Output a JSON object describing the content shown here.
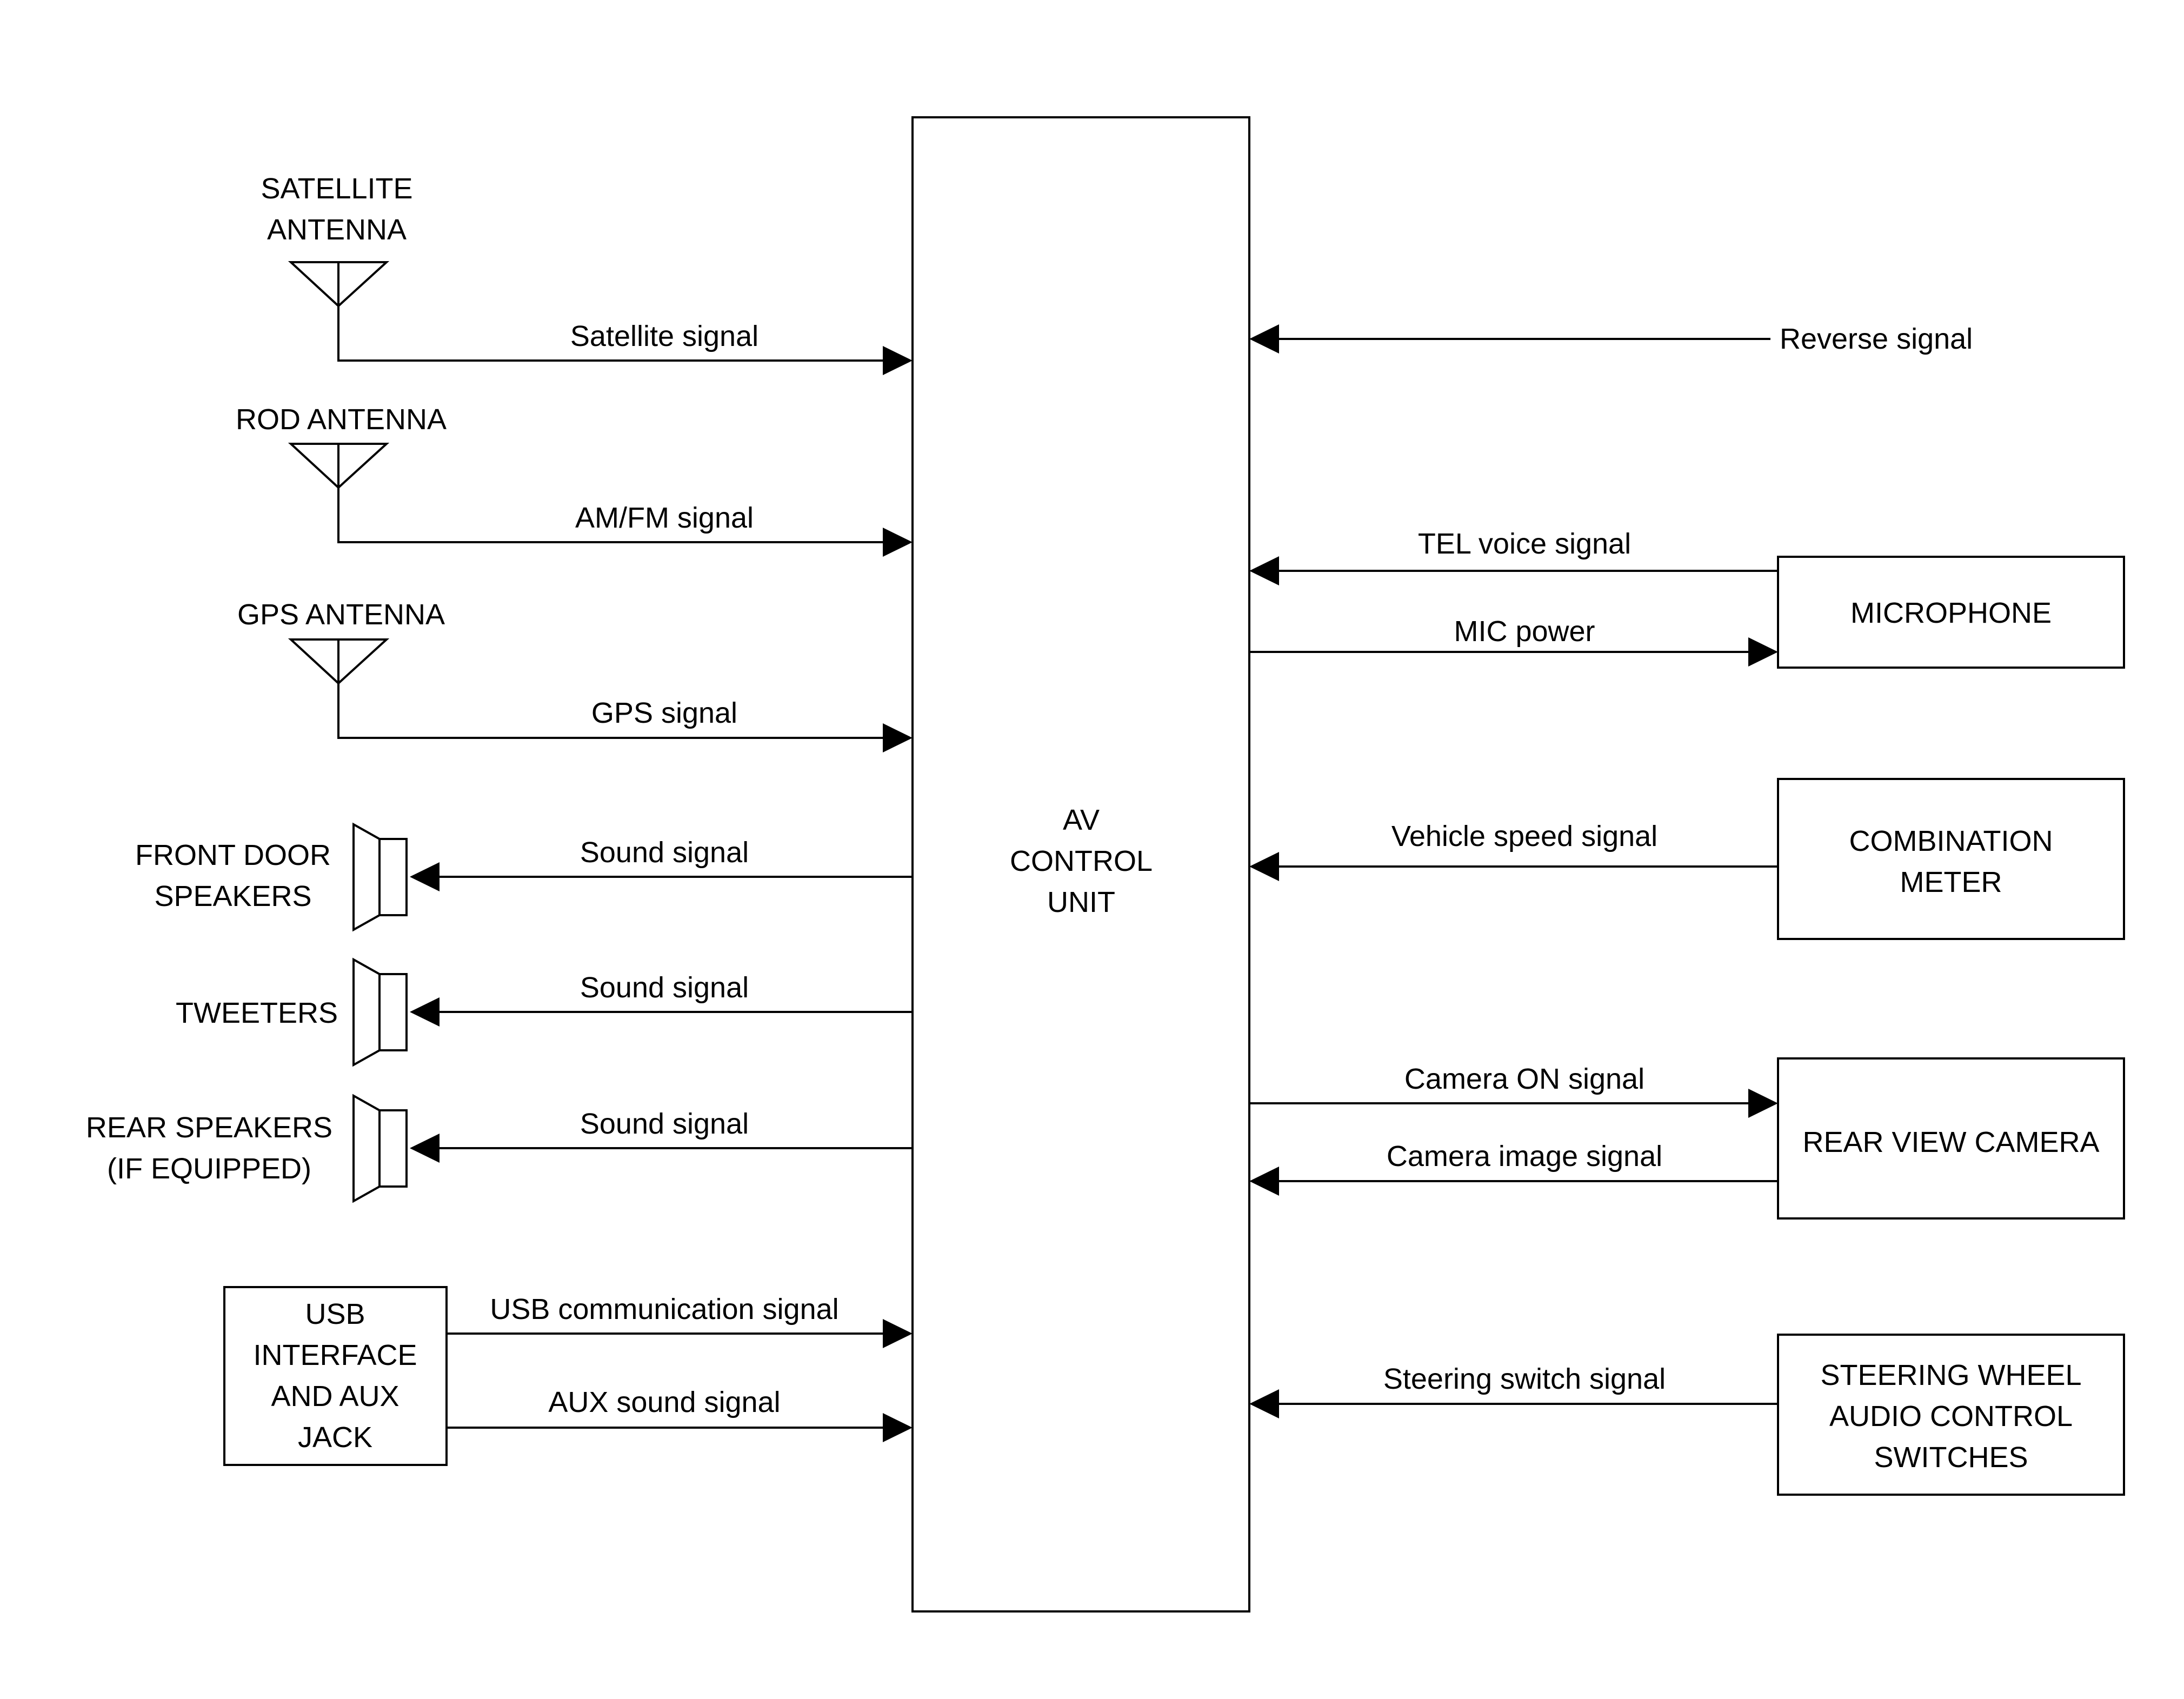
{
  "colors": {
    "line": "#000000",
    "background": "#ffffff"
  },
  "icons": {
    "antenna": "antenna-icon",
    "speaker": "speaker-icon"
  },
  "center_unit": {
    "label_lines": [
      "AV",
      "CONTROL",
      "UNIT"
    ]
  },
  "left_inputs": [
    {
      "id": "satellite",
      "name_lines": [
        "SATELLITE",
        "ANTENNA"
      ],
      "signal": "Satellite signal"
    },
    {
      "id": "rod",
      "name_lines": [
        "ROD ANTENNA"
      ],
      "signal": "AM/FM signal"
    },
    {
      "id": "gps",
      "name_lines": [
        "GPS ANTENNA"
      ],
      "signal": "GPS signal"
    }
  ],
  "left_outputs": [
    {
      "id": "front-door",
      "name_lines": [
        "FRONT DOOR",
        "SPEAKERS"
      ],
      "signal": "Sound signal"
    },
    {
      "id": "tweeters",
      "name_lines": [
        "TWEETERS"
      ],
      "signal": "Sound signal"
    },
    {
      "id": "rear",
      "name_lines": [
        "REAR SPEAKERS",
        "(IF EQUIPPED)"
      ],
      "signal": "Sound signal"
    }
  ],
  "usb_box": {
    "name_lines": [
      "USB",
      "INTERFACE",
      "AND AUX",
      "JACK"
    ],
    "signals": [
      "USB communication signal",
      "AUX sound signal"
    ]
  },
  "right": {
    "reverse_signal": "Reverse signal",
    "microphone": {
      "name_lines": [
        "MICROPHONE"
      ],
      "signals": [
        "TEL voice signal",
        "MIC power"
      ]
    },
    "combination_meter": {
      "name_lines": [
        "COMBINATION",
        "METER"
      ],
      "signals": [
        "Vehicle speed signal"
      ]
    },
    "rear_view_camera": {
      "name_lines": [
        "REAR VIEW CAMERA"
      ],
      "signals": [
        "Camera ON signal",
        "Camera image signal"
      ]
    },
    "steering_switches": {
      "name_lines": [
        "STEERING WHEEL",
        "AUDIO CONTROL",
        "SWITCHES"
      ],
      "signals": [
        "Steering switch signal"
      ]
    }
  }
}
